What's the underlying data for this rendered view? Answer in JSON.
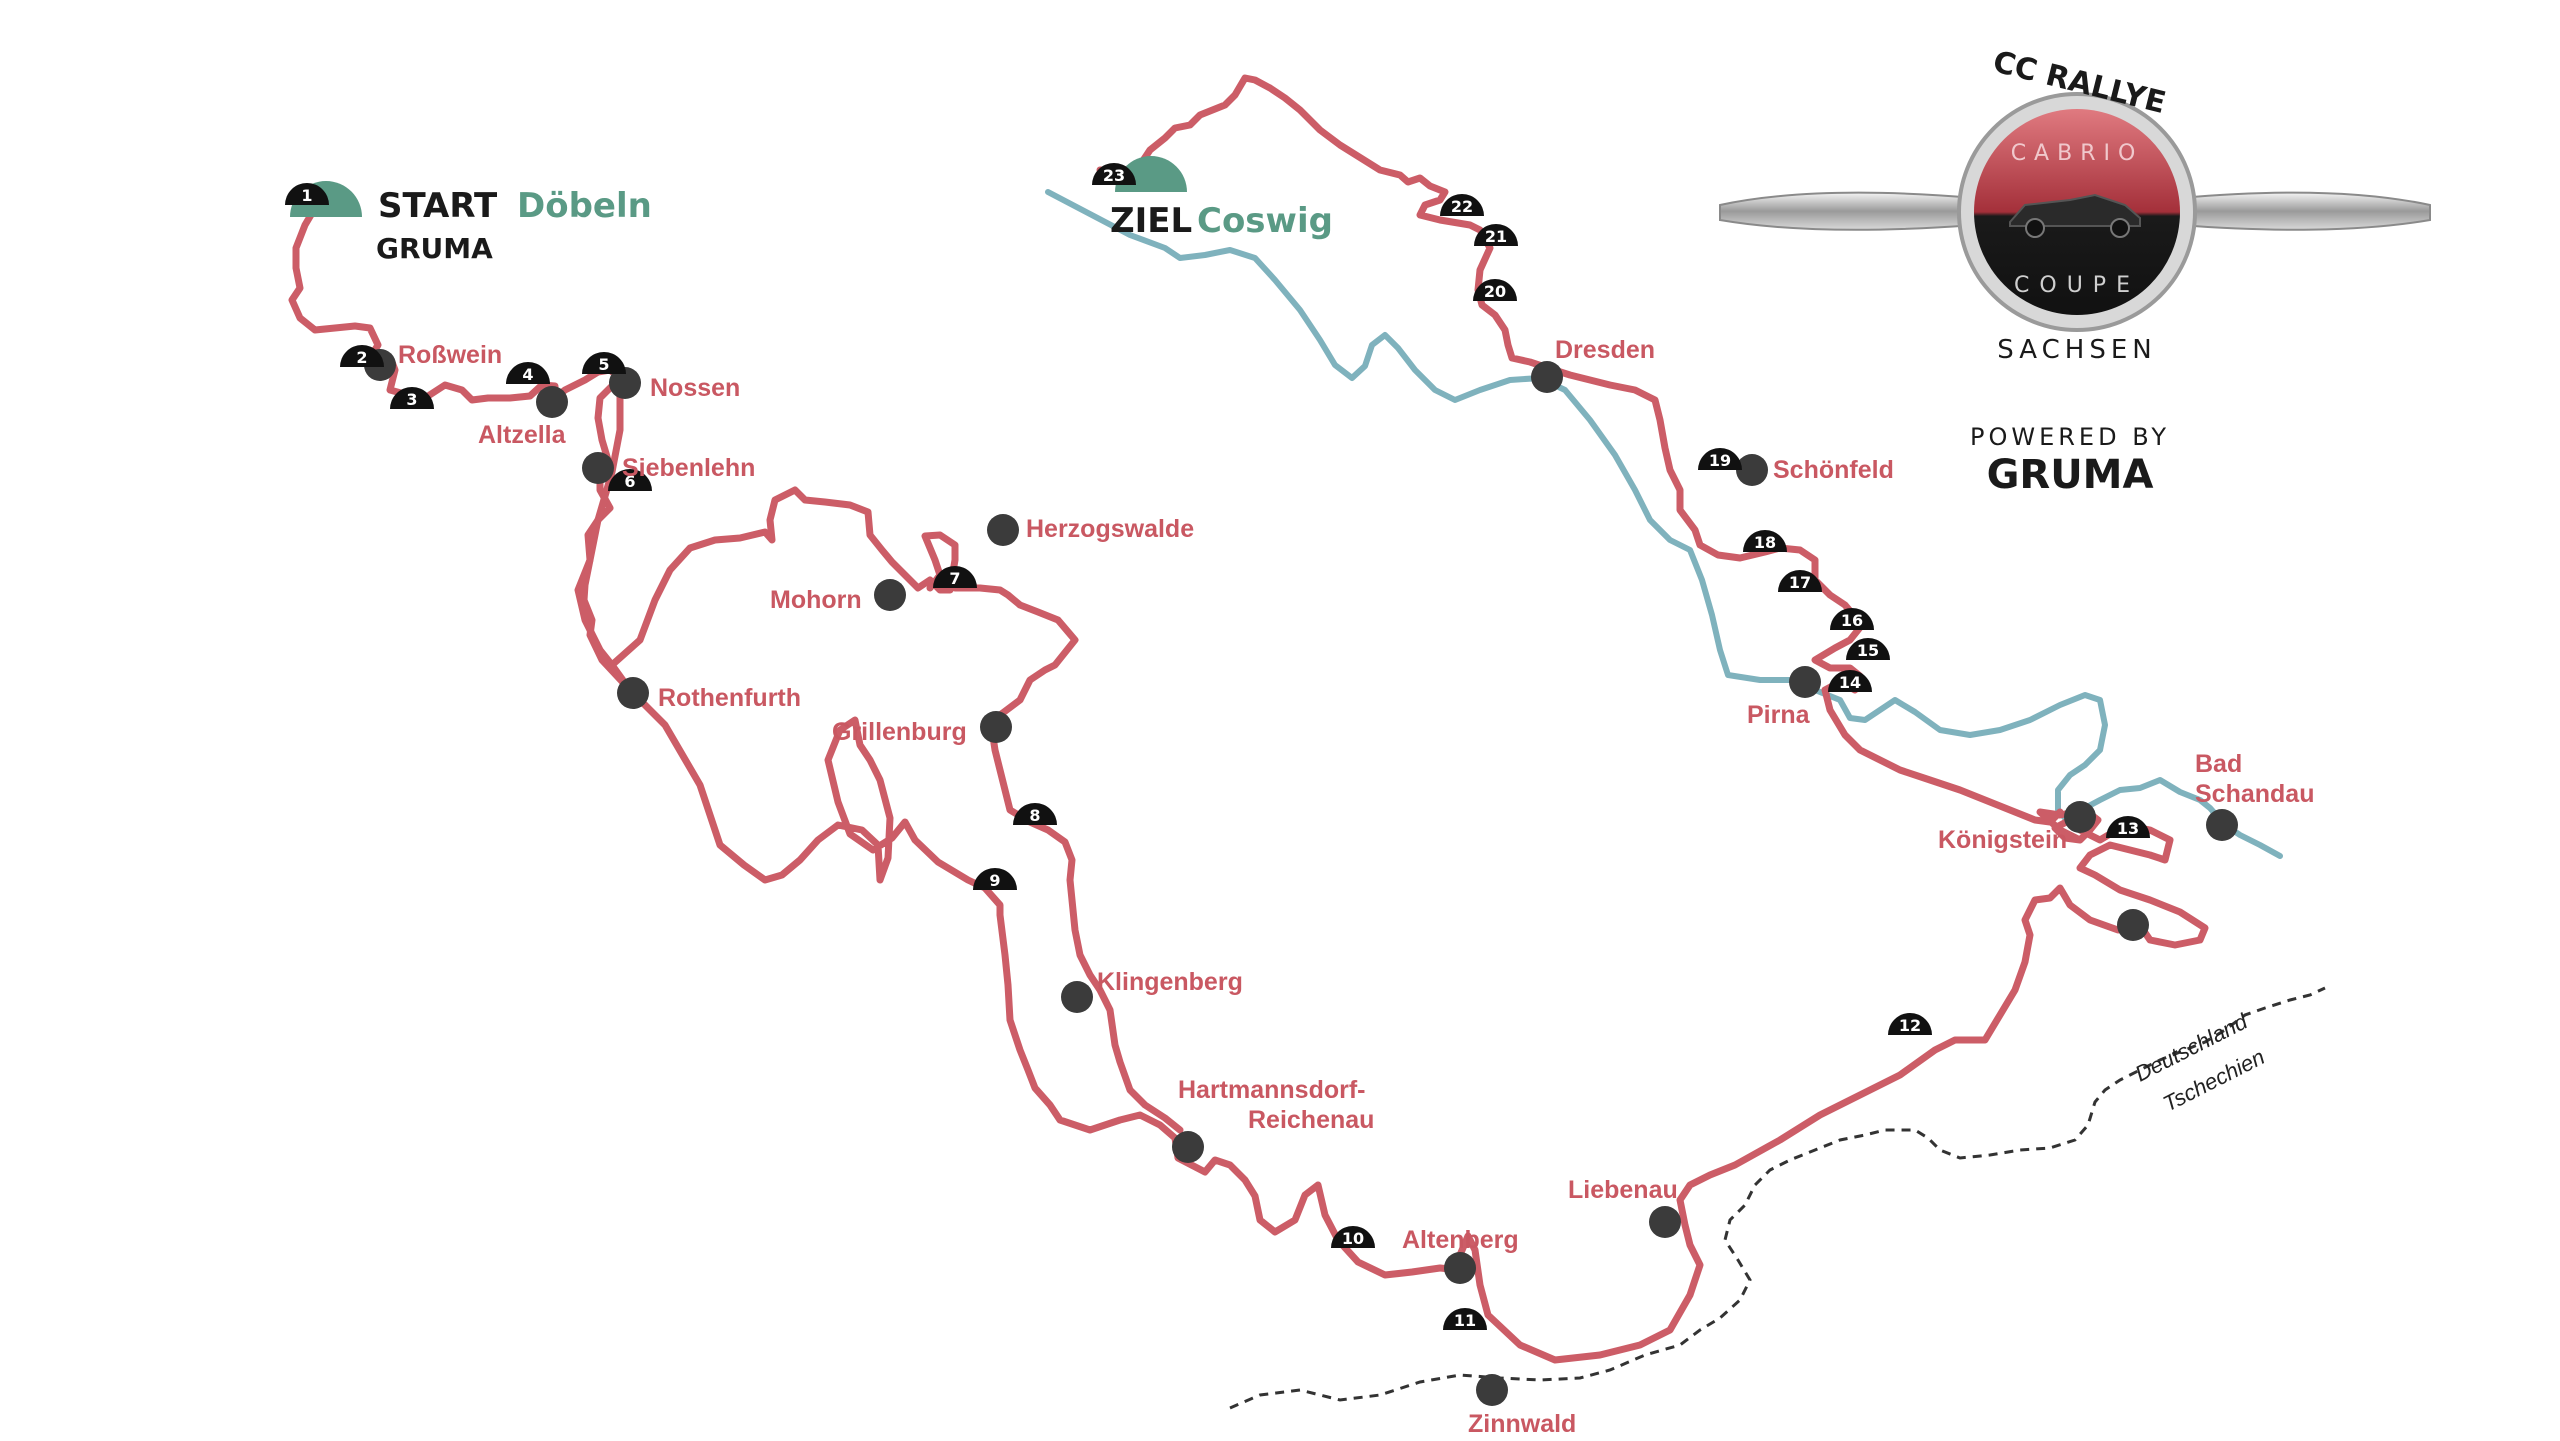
{
  "colors": {
    "route": "#cc5d67",
    "river": "#7fb2bd",
    "marker": "#3b3b3b",
    "stage": "#111111",
    "start_green": "#5a9a85",
    "border": "#333333"
  },
  "start": {
    "label": "START",
    "city": "Döbeln",
    "sub": "GRUMA",
    "stage": "1"
  },
  "finish": {
    "label": "ZIEL",
    "city": "Coswig",
    "stage": "23"
  },
  "places": {
    "rosswein": "Roßwein",
    "nossen": "Nossen",
    "altzella": "Altzella",
    "siebenlehn": "Siebenlehn",
    "herzogswalde": "Herzogswalde",
    "mohorn": "Mohorn",
    "rothenfurth": "Rothenfurth",
    "grillenburg": "Grillenburg",
    "klingenberg": "Klingenberg",
    "hartmannsdorf_1": "Hartmannsdorf-",
    "hartmannsdorf_2": "Reichenau",
    "altenberg": "Altenberg",
    "zinnwald": "Zinnwald",
    "liebenau": "Liebenau",
    "dresden": "Dresden",
    "schoenfeld": "Schönfeld",
    "pirna": "Pirna",
    "koenigstein": "Königstein",
    "bad_schandau_1": "Bad",
    "bad_schandau_2": "Schandau"
  },
  "stages": [
    "2",
    "3",
    "4",
    "5",
    "6",
    "7",
    "8",
    "9",
    "10",
    "11",
    "12",
    "13",
    "14",
    "15",
    "16",
    "17",
    "18",
    "19",
    "20",
    "21",
    "22"
  ],
  "border": {
    "de": "Deutschland",
    "cz": "Tschechien"
  },
  "logo": {
    "top": "CC RALLYE",
    "ring_top": "CABRIO",
    "ring_bottom": "COUPE",
    "bottom": "SACHSEN",
    "powered": "POWERED BY",
    "brand": "GRUMA"
  }
}
